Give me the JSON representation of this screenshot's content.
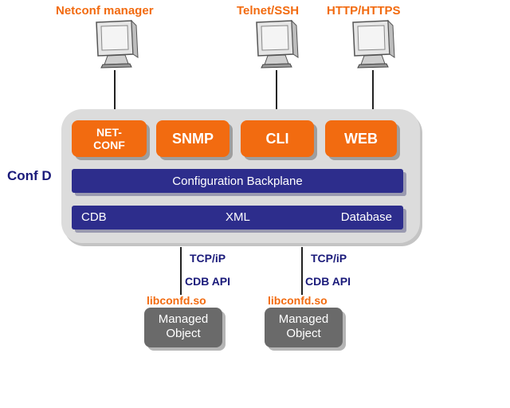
{
  "clients": [
    {
      "label": "Netconf manager",
      "icon": "monitor-icon"
    },
    {
      "label": "Telnet/SSH",
      "icon": "monitor-icon"
    },
    {
      "label": "HTTP/HTTPS",
      "icon": "monitor-icon"
    }
  ],
  "confd_label": "Conf D",
  "protocols": {
    "netconf_line1": "NET-",
    "netconf_line2": "CONF",
    "snmp": "SNMP",
    "cli": "CLI",
    "web": "WEB"
  },
  "backplane": "Configuration Backplane",
  "database_bar": {
    "left": "CDB",
    "center": "XML",
    "right": "Database"
  },
  "connections": [
    {
      "protocol": "TCP/iP",
      "api": "CDB API",
      "library": "libconfd.so",
      "object_line1": "Managed",
      "object_line2": "Object"
    },
    {
      "protocol": "TCP/iP",
      "api": "CDB API",
      "library": "libconfd.so",
      "object_line1": "Managed",
      "object_line2": "Object"
    }
  ],
  "colors": {
    "accent_orange": "#f26b10",
    "navy": "#2d2d8c",
    "container_gray": "#dcdcdc",
    "managed_gray": "#6a6a6a"
  }
}
